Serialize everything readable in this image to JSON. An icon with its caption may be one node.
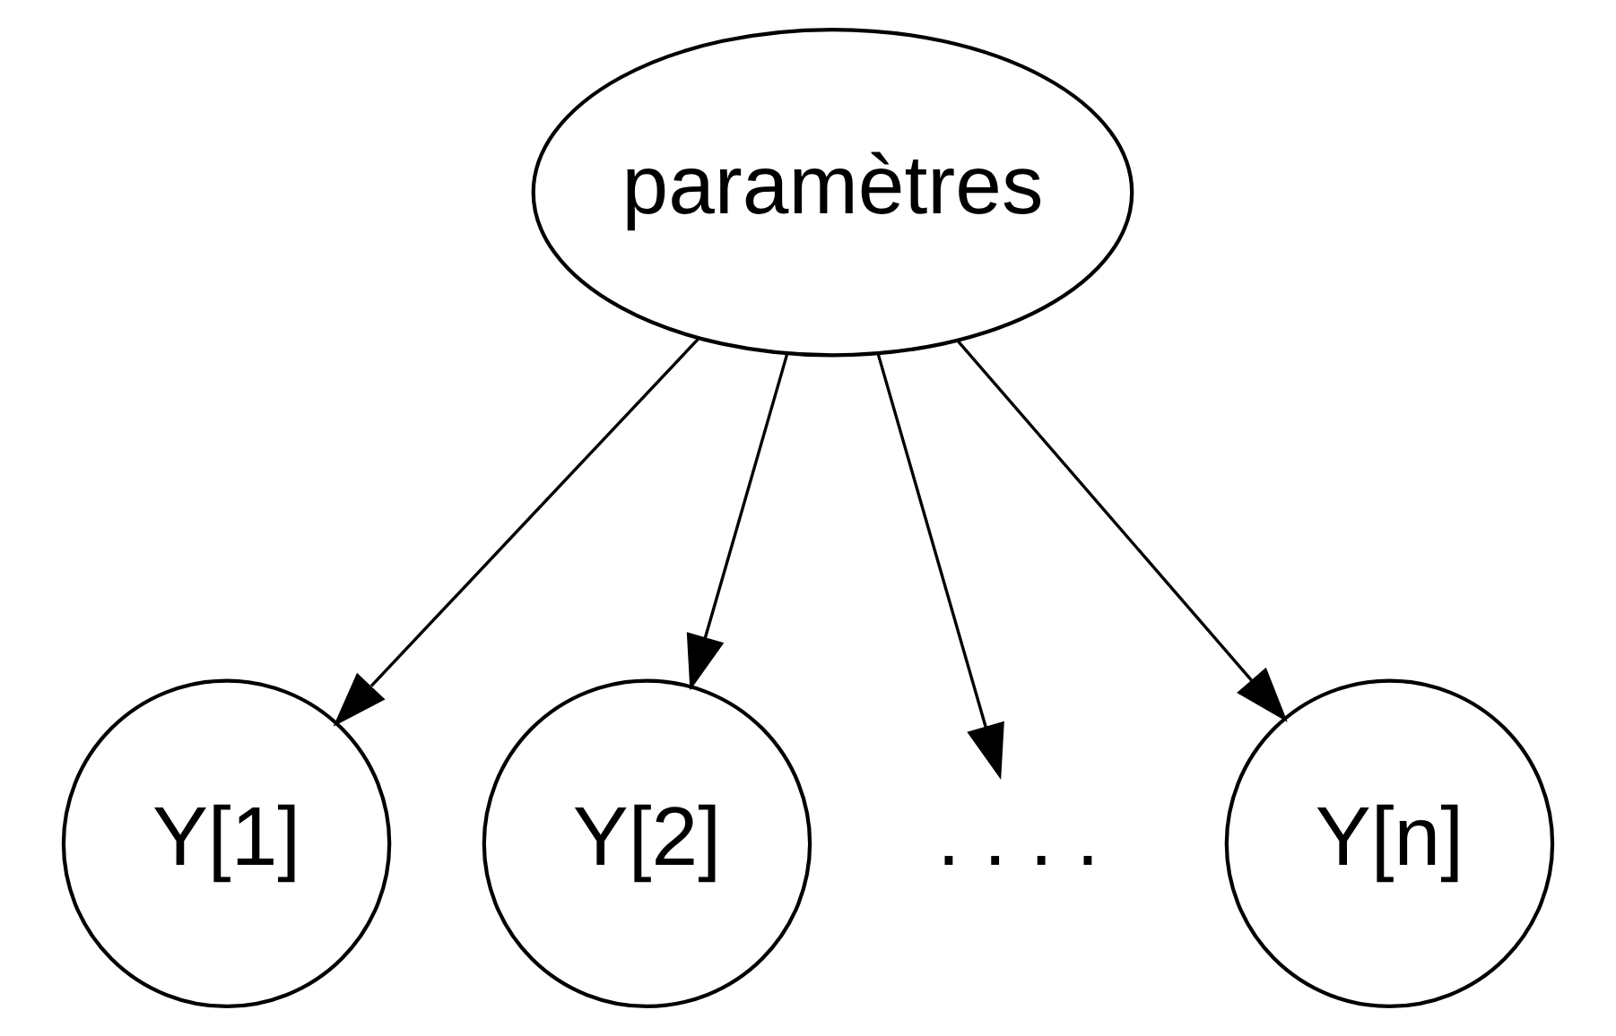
{
  "diagram": {
    "nodes": [
      {
        "text": [
          "paramètres"
        ]
      },
      {
        "text": [
          "Y[1]"
        ]
      },
      {
        "text": [
          "Y[2]"
        ]
      },
      {
        "text": [
          ". . . ."
        ]
      },
      {
        "text": [
          "Y[n]"
        ]
      }
    ],
    "edges": [
      {
        "from": 0,
        "to": 1,
        "arrow": "to"
      },
      {
        "from": 0,
        "to": 2,
        "arrow": "to"
      },
      {
        "from": 0,
        "to": 3,
        "arrow": "to"
      },
      {
        "from": 0,
        "to": 4,
        "arrow": "to"
      }
    ]
  }
}
